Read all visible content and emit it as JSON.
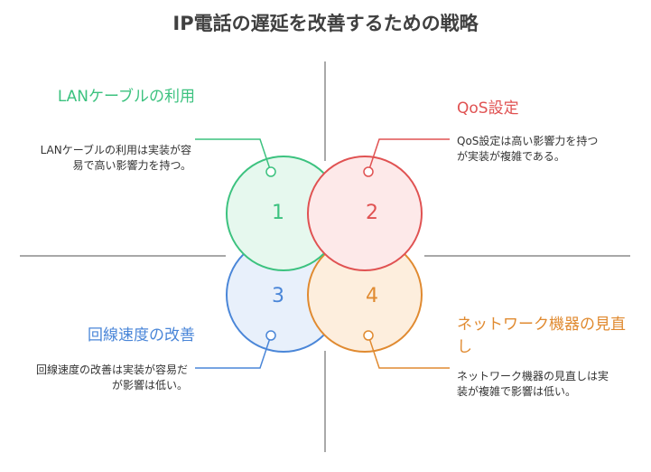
{
  "title": "IP電話の遅延を改善するための戦略",
  "colors": {
    "green": "#3cc27f",
    "green_fill": "#e6f8ee",
    "red": "#e05252",
    "red_fill": "#fde9e9",
    "blue": "#4a86d8",
    "blue_fill": "#e8f0fb",
    "orange": "#e08a30",
    "orange_fill": "#fdeedd",
    "axis": "#8c8c8c",
    "line": "#555555"
  },
  "quadrants": [
    {
      "number": "1",
      "heading": "LANケーブルの利用",
      "description": "LANケーブルの利用は実装が容易で高い影響力を持つ。"
    },
    {
      "number": "2",
      "heading": "QoS設定",
      "description": "QoS設定は高い影響力を持つが実装が複雑である。"
    },
    {
      "number": "3",
      "heading": "回線速度の改善",
      "description": "回線速度の改善は実装が容易だが影響は低い。"
    },
    {
      "number": "4",
      "heading": "ネットワーク機器の見直し",
      "description": "ネットワーク機器の見直しは実装が複雑で影響は低い。"
    }
  ]
}
